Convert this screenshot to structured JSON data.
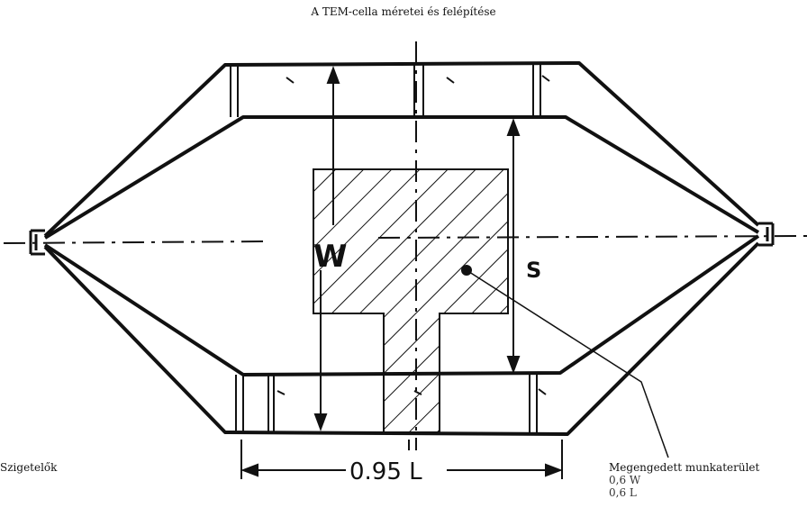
{
  "title": "A TEM-cella méretei és felépítése",
  "labels": {
    "w": "W",
    "s": "S",
    "length": "0.95 L",
    "insulators": "Szigetelők",
    "work_area": "Megengedett munkaterület",
    "work_w": "0,6 W",
    "work_l": "0,6 L"
  },
  "colors": {
    "ink": "#111111",
    "background": "#ffffff"
  }
}
